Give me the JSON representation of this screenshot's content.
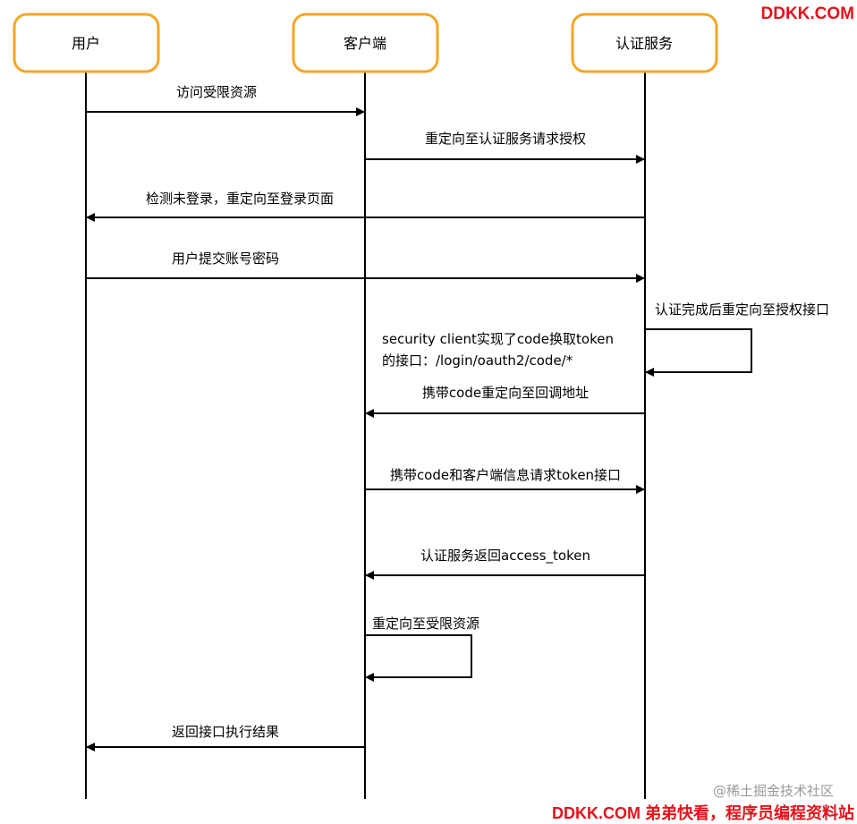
{
  "actors": [
    "用户",
    "客户端",
    "认证服务"
  ],
  "messages": [
    {
      "from": 0,
      "to": 1,
      "label": "访问受限资源"
    },
    {
      "from": 1,
      "to": 2,
      "label": "重定向至认证服务请求授权"
    },
    {
      "from": 2,
      "to": 0,
      "label": "检测未登录，重定向至登录页面"
    },
    {
      "from": 0,
      "to": 2,
      "label": "用户提交账号密码"
    },
    {
      "from": 2,
      "to": 2,
      "label": "认证完成后重定向至授权接口"
    },
    {
      "from": 2,
      "to": 1,
      "label": "携带code重定向至回调地址"
    },
    {
      "from": 1,
      "to": 2,
      "label": "携带code和客户端信息请求token接口"
    },
    {
      "from": 2,
      "to": 1,
      "label": "认证服务返回access_token"
    },
    {
      "from": 1,
      "to": 1,
      "label": "重定向至受限资源"
    },
    {
      "from": 1,
      "to": 0,
      "label": "返回接口执行结果"
    }
  ],
  "note": {
    "line1": "security client实现了code换取token",
    "line2": "的接口：/login/oauth2/code/*"
  },
  "watermark_top": "DDKK.COM",
  "watermark_bottom": "DDKK.COM 弟弟快看，程序员编程资料站",
  "watermark_gray": "@稀土掘金技术社区",
  "colors": {
    "actor_border": "#f5a623",
    "watermark": "#e3131b"
  }
}
